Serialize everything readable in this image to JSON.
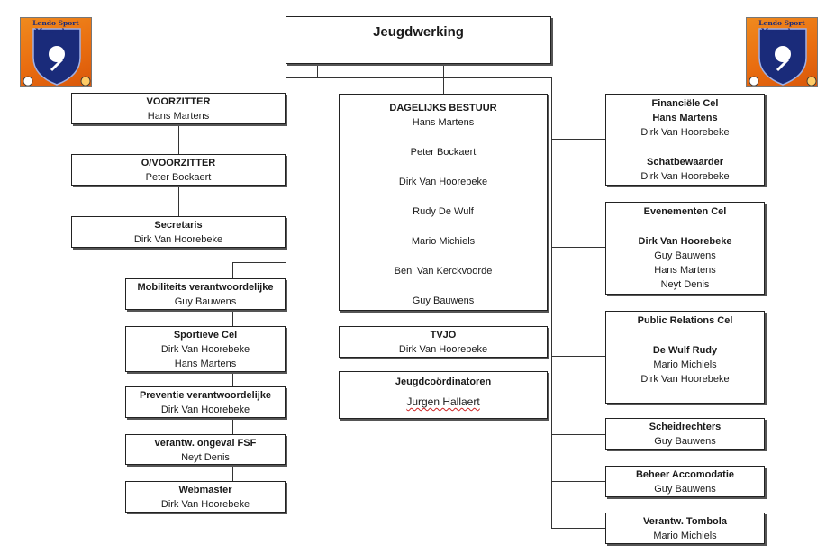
{
  "root": {
    "title": "Jeugdwerking"
  },
  "logo": {
    "caption": "Lendo Sport Merendree",
    "colors": {
      "shield": "#1a2b7a",
      "background": "#e96d10"
    }
  },
  "left": [
    {
      "title": "VOORZITTER",
      "names": [
        "Hans Martens"
      ]
    },
    {
      "title": "O/VOORZITTER",
      "names": [
        "Peter Bockaert"
      ]
    },
    {
      "title": "Secretaris",
      "names": [
        "Dirk Van Hoorebeke"
      ]
    },
    {
      "title": "Mobiliteits verantwoordelijke",
      "names": [
        "Guy Bauwens"
      ]
    },
    {
      "title": "Sportieve Cel",
      "names": [
        "Dirk Van Hoorebeke",
        "Hans Martens"
      ]
    },
    {
      "title": "Preventie verantwoordelijke",
      "names": [
        "Dirk Van Hoorebeke"
      ]
    },
    {
      "title": "verantw. ongeval FSF",
      "names": [
        "Neyt Denis"
      ]
    },
    {
      "title": "Webmaster",
      "names": [
        "Dirk Van Hoorebeke"
      ]
    }
  ],
  "center": {
    "bestuur": {
      "title": "DAGELIJKS BESTUUR",
      "names": [
        "Hans Martens",
        "Peter Bockaert",
        "Dirk Van Hoorebeke",
        "Rudy De Wulf",
        "Mario Michiels",
        "Beni Van Kerckvoorde",
        "Guy Bauwens"
      ]
    },
    "tvjo": {
      "title": "TVJO",
      "names": [
        "Dirk Van Hoorebeke"
      ]
    },
    "jeugd": {
      "title": "Jeugdcoördinatoren",
      "names": [
        "Jurgen Hallaert"
      ]
    }
  },
  "right": {
    "financien": {
      "title": "Financiële Cel",
      "subtitle": "Hans Martens",
      "names": [
        "Dirk Van Hoorebeke"
      ],
      "title2": "Schatbewaarder",
      "names2": [
        "Dirk Van Hoorebeke"
      ]
    },
    "evenementen": {
      "title": "Evenementen Cel",
      "subtitle": "Dirk Van Hoorebeke",
      "names": [
        "Guy Bauwens",
        "Hans Martens",
        "Neyt Denis"
      ]
    },
    "pr": {
      "title": "Public Relations Cel",
      "subtitle": "De Wulf Rudy",
      "names": [
        "Mario Michiels",
        "Dirk Van Hoorebeke"
      ]
    },
    "scheids": {
      "title": "Scheidrechters",
      "names": [
        "Guy Bauwens"
      ]
    },
    "beheer": {
      "title": "Beheer Accomodatie",
      "names": [
        "Guy Bauwens"
      ]
    },
    "tombola": {
      "title": "Verantw. Tombola",
      "names": [
        "Mario Michiels"
      ]
    }
  }
}
